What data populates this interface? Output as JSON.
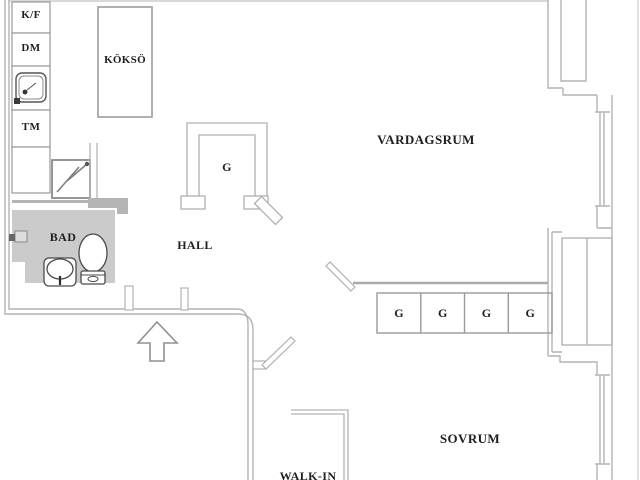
{
  "meta": {
    "type": "apartment floor plan",
    "language": "Swedish"
  },
  "colors": {
    "background": "#ffffff",
    "wall": "#b4b4b4",
    "wall_dark": "#8c8c8c",
    "bathroom_fill": "#cbcbcb",
    "fixture_stroke": "#4a4a4a",
    "text": "#1f1f1f"
  },
  "rooms": {
    "living_room": "VARDAGSRUM",
    "bedroom": "SOVRUM",
    "hall": "HALL",
    "bathroom": "BAD",
    "walk_in_closet": "WALK-IN",
    "kitchen_island": "KÖKSÖ"
  },
  "appliances": {
    "fridge_freezer": "K/F",
    "dishwasher": "DM",
    "washing_machine": "TM"
  },
  "wardrobes": {
    "hall_wardrobe": "G",
    "bedroom_row": [
      "G",
      "G",
      "G",
      "G"
    ]
  },
  "icons": {
    "entrance_arrow": "entrance-arrow",
    "kitchen_sink": "sink-symbol",
    "hob": "zigzag-hob-symbol",
    "washbasin": "washbasin-symbol",
    "toilet": "toilet-symbol",
    "doors": "door-leaf-symbols",
    "windows": "double-line-windows"
  }
}
